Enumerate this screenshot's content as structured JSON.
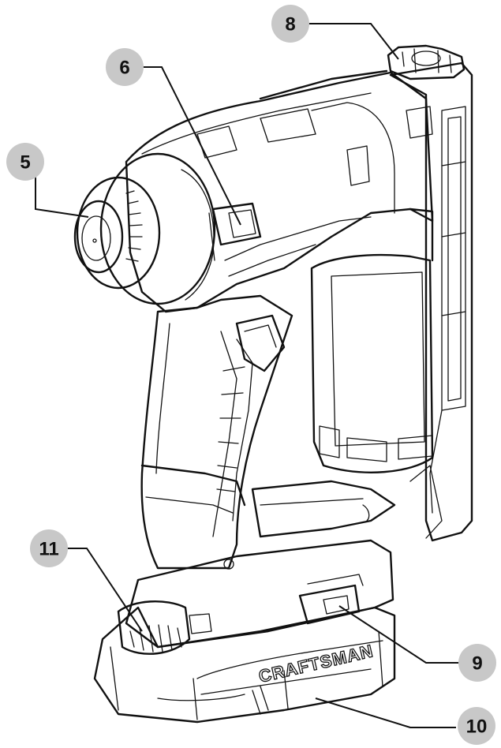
{
  "callouts": [
    {
      "id": "c5",
      "label": "5"
    },
    {
      "id": "c6",
      "label": "6"
    },
    {
      "id": "c8",
      "label": "8"
    },
    {
      "id": "c9",
      "label": "9"
    },
    {
      "id": "c10",
      "label": "10"
    },
    {
      "id": "c11",
      "label": "11"
    }
  ],
  "battery": {
    "brand": "CRAFTSMAN"
  },
  "colors": {
    "ink": "#111111",
    "callout_fill": "#c8c8c8",
    "background": "#ffffff"
  }
}
